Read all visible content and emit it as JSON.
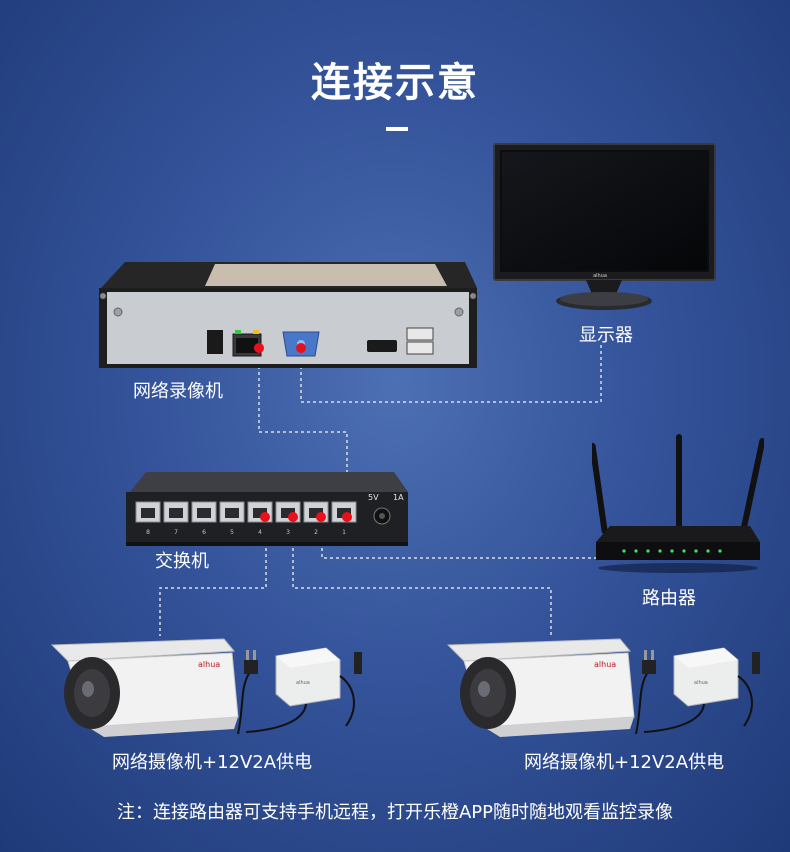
{
  "title": "连接示意",
  "labels": {
    "monitor": "显示器",
    "nvr": "网络录像机",
    "switch": "交换机",
    "router": "路由器",
    "camera_left": "网络摄像机+12V2A供电",
    "camera_right": "网络摄像机+12V2A供电"
  },
  "switch_text": {
    "power": "5V",
    "current": "1A",
    "ports": [
      "8",
      "7",
      "6",
      "5",
      "4",
      "3",
      "2",
      "1"
    ]
  },
  "brand": "alhua",
  "note": "注：连接路由器可支持手机远程，打开乐橙APP随时随地观看监控录像",
  "colors": {
    "background": "#34539a",
    "text": "#ffffff",
    "port_dot": "#e8101a",
    "wire": "#d8dee8"
  }
}
